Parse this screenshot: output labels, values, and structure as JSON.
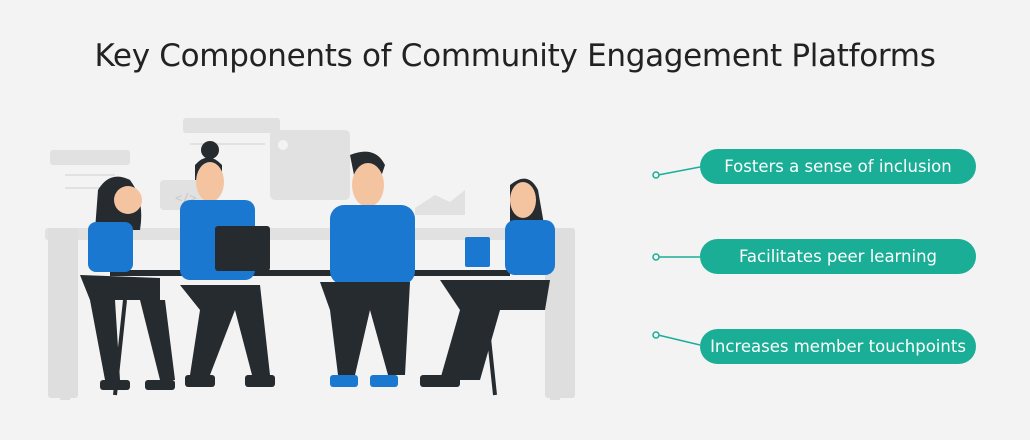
{
  "title": "Key Components of Community Engagement Platforms",
  "colors": {
    "background": "#f3f3f3",
    "accent": "#1aae96",
    "shirt": "#1a78d0",
    "pants": "#262b30",
    "skin": "#f4c4a0"
  },
  "components": [
    {
      "label": "Fosters a sense of inclusion"
    },
    {
      "label": "Facilitates peer learning"
    },
    {
      "label": "Increases member touchpoints"
    }
  ],
  "illustration": {
    "description": "four-people-meeting-at-table-icon",
    "code_glyph": "</>"
  }
}
